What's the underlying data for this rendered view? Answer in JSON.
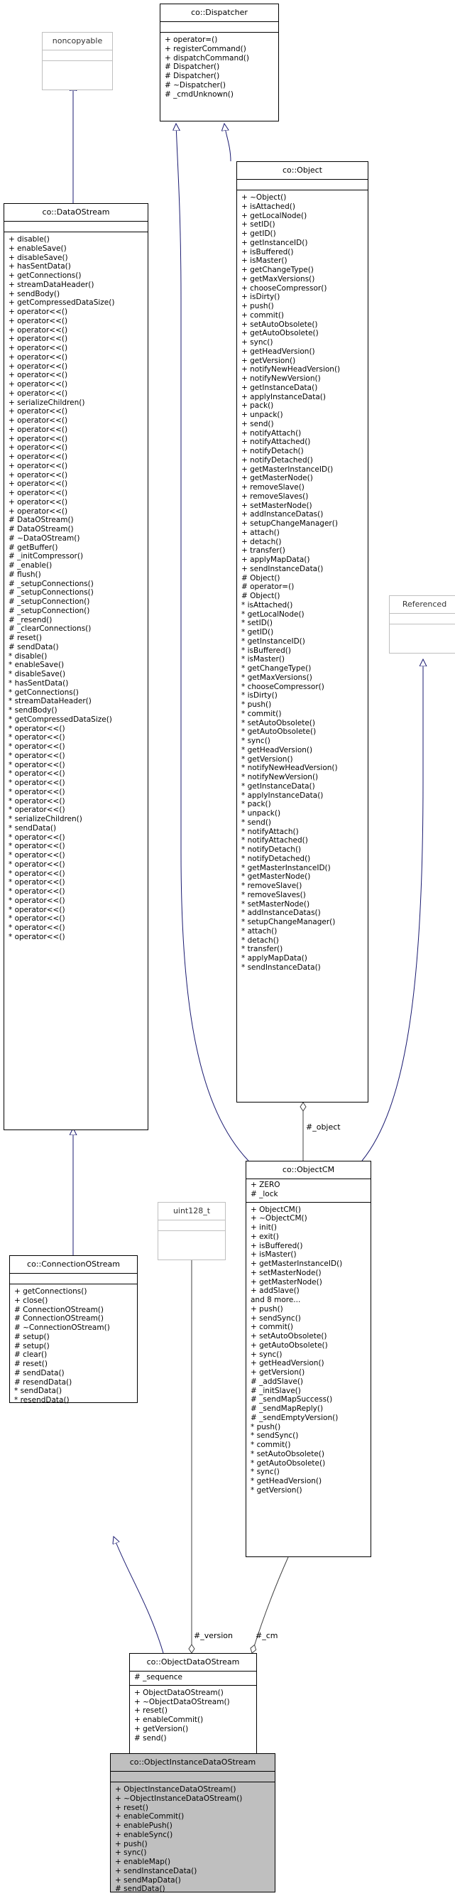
{
  "title": "co::ObjectInstanceDataOStream",
  "classes": {
    "noncopyable": {
      "name": "noncopyable",
      "attributes": [],
      "operations": []
    },
    "dispatcher": {
      "name": "co::Dispatcher",
      "attributes": [],
      "operations": [
        "+ operator=()",
        "+ registerCommand()",
        "+ dispatchCommand()",
        "# Dispatcher()",
        "# Dispatcher()",
        "# ~Dispatcher()",
        "# _cmdUnknown()"
      ]
    },
    "dataostream": {
      "name": "co::DataOStream",
      "attributes": [],
      "operations": [
        "+ disable()",
        "+ enableSave()",
        "+ disableSave()",
        "+ hasSentData()",
        "+ getConnections()",
        "+ streamDataHeader()",
        "+ sendBody()",
        "+ getCompressedDataSize()",
        "+ operator<<()",
        "+ operator<<()",
        "+ operator<<()",
        "+ operator<<()",
        "+ operator<<()",
        "+ operator<<()",
        "+ operator<<()",
        "+ operator<<()",
        "+ operator<<()",
        "+ operator<<()",
        "+ serializeChildren()",
        "+ operator<<()",
        "+ operator<<()",
        "+ operator<<()",
        "+ operator<<()",
        "+ operator<<()",
        "+ operator<<()",
        "+ operator<<()",
        "+ operator<<()",
        "+ operator<<()",
        "+ operator<<()",
        "+ operator<<()",
        "+ operator<<()",
        "# DataOStream()",
        "# DataOStream()",
        "# ~DataOStream()",
        "# getBuffer()",
        "# _initCompressor()",
        "# _enable()",
        "# flush()",
        "# _setupConnections()",
        "# _setupConnections()",
        "# _setupConnection()",
        "# _setupConnection()",
        "# _resend()",
        "# _clearConnections()",
        "# reset()",
        "# sendData()",
        "* disable()",
        "* enableSave()",
        "* disableSave()",
        "* hasSentData()",
        "* getConnections()",
        "* streamDataHeader()",
        "* sendBody()",
        "* getCompressedDataSize()",
        "* operator<<()",
        "* operator<<()",
        "* operator<<()",
        "* operator<<()",
        "* operator<<()",
        "* operator<<()",
        "* operator<<()",
        "* operator<<()",
        "* operator<<()",
        "* operator<<()",
        "* serializeChildren()",
        "* sendData()",
        "* operator<<()",
        "* operator<<()",
        "* operator<<()",
        "* operator<<()",
        "* operator<<()",
        "* operator<<()",
        "* operator<<()",
        "* operator<<()",
        "* operator<<()",
        "* operator<<()",
        "* operator<<()",
        "* operator<<()"
      ]
    },
    "object": {
      "name": "co::Object",
      "attributes": [],
      "operations": [
        "+ ~Object()",
        "+ isAttached()",
        "+ getLocalNode()",
        "+ setID()",
        "+ getID()",
        "+ getInstanceID()",
        "+ isBuffered()",
        "+ isMaster()",
        "+ getChangeType()",
        "+ getMaxVersions()",
        "+ chooseCompressor()",
        "+ isDirty()",
        "+ push()",
        "+ commit()",
        "+ setAutoObsolete()",
        "+ getAutoObsolete()",
        "+ sync()",
        "+ getHeadVersion()",
        "+ getVersion()",
        "+ notifyNewHeadVersion()",
        "+ notifyNewVersion()",
        "+ getInstanceData()",
        "+ applyInstanceData()",
        "+ pack()",
        "+ unpack()",
        "+ send()",
        "+ notifyAttach()",
        "+ notifyAttached()",
        "+ notifyDetach()",
        "+ notifyDetached()",
        "+ getMasterInstanceID()",
        "+ getMasterNode()",
        "+ removeSlave()",
        "+ removeSlaves()",
        "+ setMasterNode()",
        "+ addInstanceDatas()",
        "+ setupChangeManager()",
        "+ attach()",
        "+ detach()",
        "+ transfer()",
        "+ applyMapData()",
        "+ sendInstanceData()",
        "# Object()",
        "# operator=()",
        "# Object()",
        "* isAttached()",
        "* getLocalNode()",
        "* setID()",
        "* getID()",
        "* getInstanceID()",
        "* isBuffered()",
        "* isMaster()",
        "* getChangeType()",
        "* getMaxVersions()",
        "* chooseCompressor()",
        "* isDirty()",
        "* push()",
        "* commit()",
        "* setAutoObsolete()",
        "* getAutoObsolete()",
        "* sync()",
        "* getHeadVersion()",
        "* getVersion()",
        "* notifyNewHeadVersion()",
        "* notifyNewVersion()",
        "* getInstanceData()",
        "* applyInstanceData()",
        "* pack()",
        "* unpack()",
        "* send()",
        "* notifyAttach()",
        "* notifyAttached()",
        "* notifyDetach()",
        "* notifyDetached()",
        "* getMasterInstanceID()",
        "* getMasterNode()",
        "* removeSlave()",
        "* removeSlaves()",
        "* setMasterNode()",
        "* addInstanceDatas()",
        "* setupChangeManager()",
        "* attach()",
        "* detach()",
        "* transfer()",
        "* applyMapData()",
        "* sendInstanceData()"
      ]
    },
    "referenced": {
      "name": "Referenced",
      "attributes": [],
      "operations": []
    },
    "objectcm": {
      "name": "co::ObjectCM",
      "attributes": [
        "+ ZERO",
        "# _lock"
      ],
      "operations": [
        "+ ObjectCM()",
        "+ ~ObjectCM()",
        "+ init()",
        "+ exit()",
        "+ isBuffered()",
        "+ isMaster()",
        "+ getMasterInstanceID()",
        "+ setMasterNode()",
        "+ getMasterNode()",
        "+ addSlave()",
        "and 8 more...",
        "+ push()",
        "+ sendSync()",
        "+ commit()",
        "+ setAutoObsolete()",
        "+ getAutoObsolete()",
        "+ sync()",
        "+ getHeadVersion()",
        "+ getVersion()",
        "# _addSlave()",
        "# _initSlave()",
        "# _sendMapSuccess()",
        "# _sendMapReply()",
        "# _sendEmptyVersion()",
        "* push()",
        "* sendSync()",
        "* commit()",
        "* setAutoObsolete()",
        "* getAutoObsolete()",
        "* sync()",
        "* getHeadVersion()",
        "* getVersion()"
      ]
    },
    "connectionostream": {
      "name": "co::ConnectionOStream",
      "attributes": [],
      "operations": [
        "+ getConnections()",
        "+ close()",
        "# ConnectionOStream()",
        "# ConnectionOStream()",
        "# ~ConnectionOStream()",
        "# setup()",
        "# setup()",
        "# clear()",
        "# reset()",
        "# sendData()",
        "# resendData()",
        "* sendData()",
        "* resendData()"
      ]
    },
    "uint128": {
      "name": "uint128_t",
      "attributes": [],
      "operations": []
    },
    "objectdataostream": {
      "name": "co::ObjectDataOStream",
      "attributes": [
        "# _sequence"
      ],
      "operations": [
        "+ ObjectDataOStream()",
        "+ ~ObjectDataOStream()",
        "+ reset()",
        "+ enableCommit()",
        "+ getVersion()",
        "# send()"
      ]
    },
    "objectinstancedataostream": {
      "name": "co::ObjectInstanceDataOStream",
      "attributes": [],
      "operations": [
        "+ ObjectInstanceDataOStream()",
        "+ ~ObjectInstanceDataOStream()",
        "+ reset()",
        "+ enableCommit()",
        "+ enablePush()",
        "+ enableSync()",
        "+ push()",
        "+ sync()",
        "+ enableMap()",
        "+ sendInstanceData()",
        "+ sendMapData()",
        "# sendData()"
      ]
    }
  },
  "edge_labels": {
    "object": "#_object",
    "version": "#_version",
    "cm": "#_cm"
  },
  "colors": {
    "inheritance": "#191970",
    "border": "#000000",
    "grey_border": "#bfbfbf",
    "highlight": "#bfbfbf"
  }
}
